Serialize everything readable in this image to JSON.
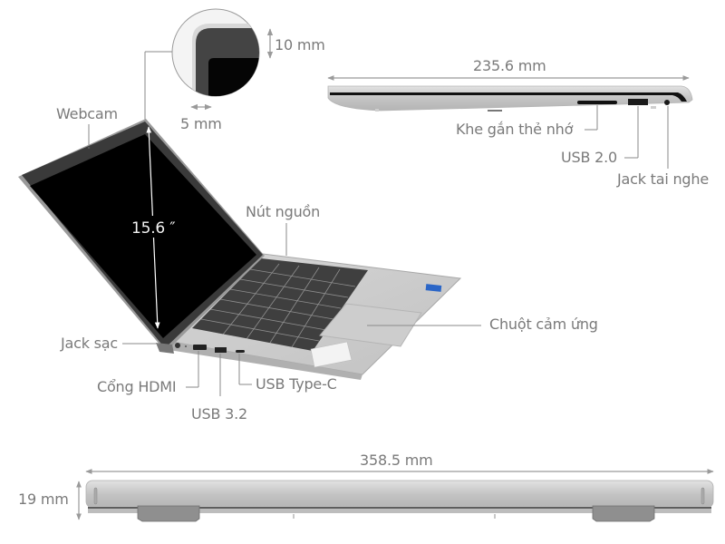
{
  "title": "Laptop dimensions and ports diagram",
  "colors": {
    "label": "#7a7a7a",
    "leader_line": "#8a8a8a",
    "dimension_arrow": "#9a9a9a",
    "chassis_silver": "#c9c9c9",
    "screen_black": "#000000",
    "bezel_dark": "#3a3a3a",
    "key_dark": "#3c3c3c",
    "logo_blue": "#2b66c7"
  },
  "bezel_detail": {
    "top_bezel": "10 mm",
    "side_bezel": "5 mm"
  },
  "front_view": {
    "screen_size": "15.6 ″",
    "labels": {
      "webcam": "Webcam",
      "power_button": "Nút nguồn",
      "touchpad": "Chuột cảm ứng",
      "charging_jack": "Jack sạc",
      "hdmi_port": "Cổng HDMI",
      "usb_32": "USB 3.2",
      "usb_type_c": "USB Type-C"
    }
  },
  "side_view": {
    "depth": "235.6 mm",
    "labels": {
      "card_slot": "Khe gắn thẻ nhớ",
      "usb_20": "USB 2.0",
      "headphone_jack": "Jack tai nghe"
    }
  },
  "rear_view": {
    "width": "358.5 mm",
    "thickness": "19 mm"
  }
}
